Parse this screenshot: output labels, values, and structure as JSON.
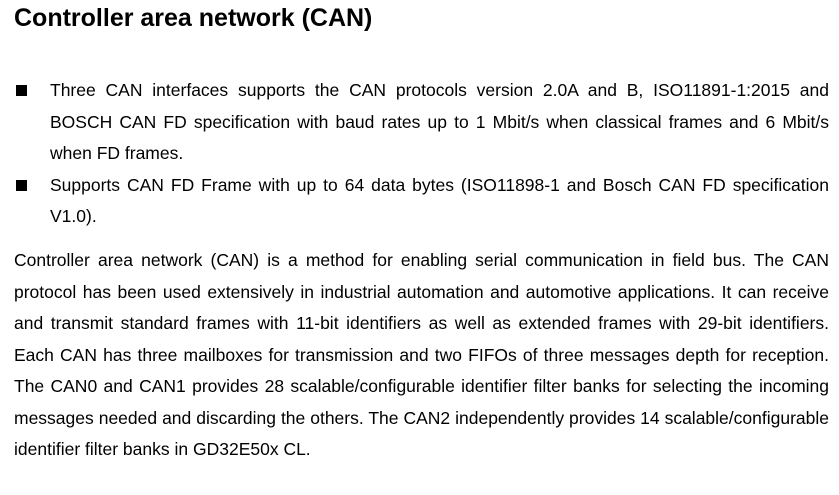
{
  "section": {
    "heading": "Controller area network (CAN)"
  },
  "bullets": [
    {
      "text": "Three CAN interfaces supports the CAN protocols version 2.0A and B, ISO11891-1:2015 and BOSCH CAN FD specification with baud rates up to 1 Mbit/s when classical frames and 6 Mbit/s when FD frames."
    },
    {
      "text": "Supports CAN FD Frame with up to 64 data bytes (ISO11898-1 and Bosch CAN FD specification V1.0)."
    }
  ],
  "paragraph": {
    "text": "Controller area network (CAN) is a method for enabling serial communication in field bus. The CAN protocol has been used extensively in industrial automation and automotive applications. It can receive and transmit standard frames with 11-bit identifiers as well as extended frames with 29-bit identifiers. Each CAN has three mailboxes for transmission and two FIFOs of three messages depth for reception. The CAN0 and CAN1 provides 28 scalable/configurable identifier filter banks for selecting the incoming messages needed and discarding the others. The CAN2 independently provides 14 scalable/configurable identifier filter banks in GD32E50x CL."
  }
}
